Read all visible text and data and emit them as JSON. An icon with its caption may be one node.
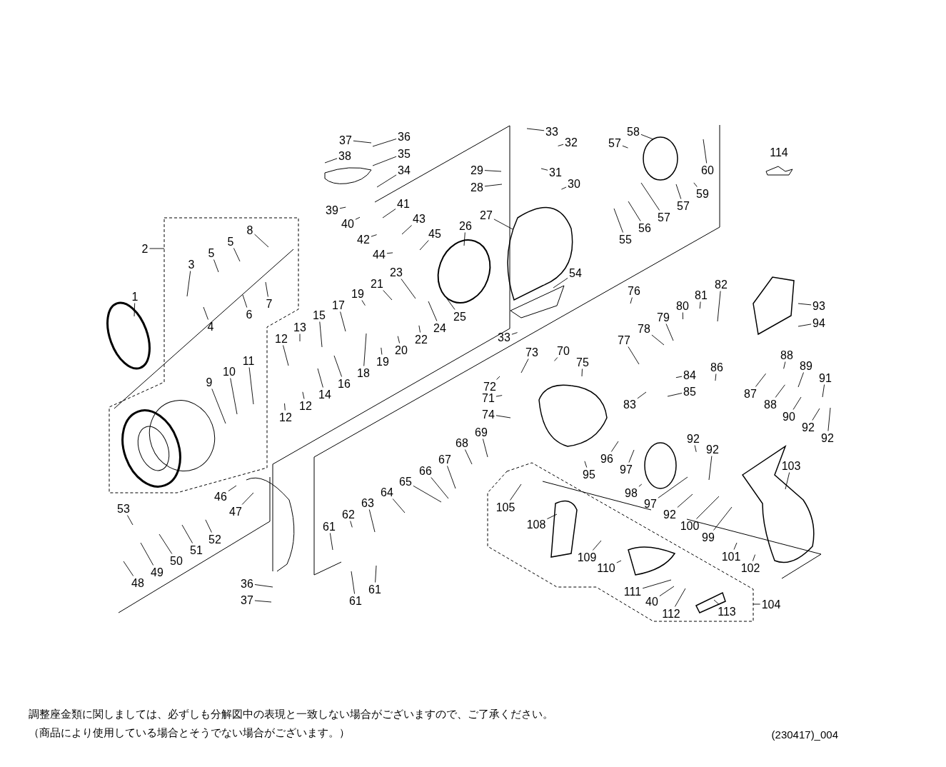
{
  "diagram": {
    "nodes": [
      {
        "text": [],
        "shape": "box"
      },
      {
        "text": [
          "1"
        ]
      },
      {
        "text": [
          "2"
        ]
      },
      {
        "text": [
          "3"
        ],
        "in": 0
      },
      {
        "text": [
          "4"
        ],
        "in": 0
      },
      {
        "text": [
          "5"
        ],
        "in": 0
      },
      {
        "text": [
          "5"
        ],
        "in": 0
      },
      {
        "text": [
          "6"
        ],
        "in": 0
      },
      {
        "text": [
          "7"
        ],
        "in": 0
      },
      {
        "text": [
          "8"
        ],
        "in": 0
      },
      {
        "text": [
          "9"
        ],
        "in": 0
      },
      {
        "text": [
          "10"
        ],
        "in": 0
      },
      {
        "text": [
          "11"
        ],
        "in": 0
      },
      {
        "text": [
          "12"
        ]
      },
      {
        "text": [
          "12"
        ]
      },
      {
        "text": [
          "12"
        ]
      },
      {
        "text": [
          "13"
        ]
      },
      {
        "text": [
          "14"
        ]
      },
      {
        "text": [
          "15"
        ]
      },
      {
        "text": [
          "16"
        ]
      },
      {
        "text": [
          "17"
        ]
      },
      {
        "text": [
          "18"
        ]
      },
      {
        "text": [
          "19"
        ]
      },
      {
        "text": [
          "19"
        ]
      },
      {
        "text": [
          "20"
        ]
      },
      {
        "text": [
          "21"
        ]
      },
      {
        "text": [
          "22"
        ]
      },
      {
        "text": [
          "23"
        ]
      },
      {
        "text": [
          "24"
        ]
      },
      {
        "text": [
          "25"
        ]
      },
      {
        "text": [
          "26"
        ]
      },
      {
        "text": [
          "27"
        ]
      },
      {
        "text": [
          "28"
        ]
      },
      {
        "text": [
          "29"
        ]
      },
      {
        "text": [
          "30"
        ]
      },
      {
        "text": [
          "31"
        ]
      },
      {
        "text": [
          "32"
        ]
      },
      {
        "text": [
          "33"
        ]
      },
      {
        "text": [
          "33"
        ]
      },
      {
        "text": [
          "34"
        ]
      },
      {
        "text": [
          "35"
        ]
      },
      {
        "text": [
          "36"
        ]
      },
      {
        "text": [
          "37"
        ]
      },
      {
        "text": [
          "38"
        ]
      },
      {
        "text": [
          "39"
        ]
      },
      {
        "text": [
          "40"
        ]
      },
      {
        "text": [
          "41"
        ]
      },
      {
        "text": [
          "42"
        ]
      },
      {
        "text": [
          "43"
        ]
      },
      {
        "text": [
          "44"
        ]
      },
      {
        "text": [
          "45"
        ]
      },
      {
        "text": [
          "46"
        ]
      },
      {
        "text": [
          "47"
        ]
      },
      {
        "text": [
          "48"
        ]
      },
      {
        "text": [
          "49"
        ]
      },
      {
        "text": [
          "50"
        ]
      },
      {
        "text": [
          "51"
        ]
      },
      {
        "text": [
          "52"
        ]
      },
      {
        "text": [
          "53"
        ]
      },
      {
        "text": [
          "54"
        ]
      },
      {
        "text": [
          "55"
        ]
      },
      {
        "text": [
          "56"
        ]
      },
      {
        "text": [
          "57"
        ]
      },
      {
        "text": [
          "57"
        ]
      },
      {
        "text": [
          "57"
        ]
      },
      {
        "text": [
          "58"
        ]
      },
      {
        "text": [
          "59"
        ]
      },
      {
        "text": [
          "60"
        ]
      },
      {
        "text": [
          "61"
        ]
      },
      {
        "text": [
          "61"
        ]
      },
      {
        "text": [
          "61"
        ]
      },
      {
        "text": [
          "62"
        ]
      },
      {
        "text": [
          "63"
        ]
      },
      {
        "text": [
          "64"
        ]
      },
      {
        "text": [
          "65"
        ]
      },
      {
        "text": [
          "66"
        ]
      },
      {
        "text": [
          "67"
        ]
      },
      {
        "text": [
          "68"
        ]
      },
      {
        "text": [
          "69"
        ]
      },
      {
        "text": [
          "70"
        ]
      },
      {
        "text": [
          "71"
        ]
      },
      {
        "text": [
          "72"
        ]
      },
      {
        "text": [
          "73"
        ]
      },
      {
        "text": [
          "74"
        ]
      },
      {
        "text": [
          "75"
        ]
      },
      {
        "text": [
          "76"
        ]
      },
      {
        "text": [
          "77"
        ]
      },
      {
        "text": [
          "78"
        ]
      },
      {
        "text": [
          "79"
        ]
      },
      {
        "text": [
          "80"
        ]
      },
      {
        "text": [
          "81"
        ]
      },
      {
        "text": [
          "82"
        ]
      },
      {
        "text": [
          "83"
        ]
      },
      {
        "text": [
          "84"
        ]
      },
      {
        "text": [
          "85"
        ]
      },
      {
        "text": [
          "86"
        ]
      },
      {
        "text": [
          "87"
        ]
      },
      {
        "text": [
          "88"
        ]
      },
      {
        "text": [
          "88"
        ]
      },
      {
        "text": [
          "89"
        ]
      },
      {
        "text": [
          "90"
        ]
      },
      {
        "text": [
          "91"
        ]
      },
      {
        "text": [
          "92"
        ]
      },
      {
        "text": [
          "92"
        ]
      },
      {
        "text": [
          "92"
        ]
      },
      {
        "text": [
          "92"
        ]
      },
      {
        "text": [
          "92"
        ]
      },
      {
        "text": [
          "93"
        ]
      },
      {
        "text": [
          "94"
        ]
      },
      {
        "text": [
          "95"
        ]
      },
      {
        "text": [
          "96"
        ]
      },
      {
        "text": [
          "97"
        ]
      },
      {
        "text": [
          "97"
        ]
      },
      {
        "text": [
          "98"
        ]
      },
      {
        "text": [
          "99"
        ]
      },
      {
        "text": [
          "100"
        ]
      },
      {
        "text": [
          "101"
        ]
      },
      {
        "text": [
          "102"
        ]
      },
      {
        "text": [
          "103"
        ]
      },
      {
        "text": [
          "104"
        ]
      },
      {
        "text": [],
        "shape": "box"
      },
      {
        "text": [
          "105"
        ],
        "in": 120
      },
      {
        "text": [
          "108"
        ],
        "in": 120
      },
      {
        "text": [
          "109"
        ],
        "in": 120
      },
      {
        "text": [
          "110"
        ],
        "in": 120
      },
      {
        "text": [
          "111"
        ],
        "in": 120
      },
      {
        "text": [
          "40"
        ],
        "in": 120
      },
      {
        "text": [
          "112"
        ],
        "in": 120
      },
      {
        "text": [
          "113"
        ],
        "in": 120
      },
      {
        "text": [
          "36"
        ]
      },
      {
        "text": [
          "37"
        ]
      }
    ],
    "edges": [
      {
        "from": 1,
        "to": null,
        "arrow": "none"
      },
      {
        "from": 2,
        "to": 0,
        "arrow": "none"
      },
      {
        "from": 3,
        "to": null,
        "arrow": "none"
      },
      {
        "from": 4,
        "to": null,
        "arrow": "none"
      },
      {
        "from": 5,
        "to": null,
        "arrow": "none"
      },
      {
        "from": 6,
        "to": null,
        "arrow": "none"
      },
      {
        "from": 7,
        "to": null,
        "arrow": "none"
      },
      {
        "from": 8,
        "to": null,
        "arrow": "none"
      },
      {
        "from": 9,
        "to": null,
        "arrow": "none"
      },
      {
        "from": 10,
        "to": null,
        "arrow": "none"
      },
      {
        "from": 11,
        "to": null,
        "arrow": "none"
      },
      {
        "from": 12,
        "to": null,
        "arrow": "none"
      },
      {
        "from": 13,
        "to": null,
        "arrow": "none"
      },
      {
        "from": 14,
        "to": null,
        "arrow": "none"
      },
      {
        "from": 15,
        "to": null,
        "arrow": "none"
      },
      {
        "from": 16,
        "to": null,
        "arrow": "none"
      },
      {
        "from": 17,
        "to": null,
        "arrow": "none"
      },
      {
        "from": 18,
        "to": null,
        "arrow": "none"
      },
      {
        "from": 19,
        "to": null,
        "arrow": "none"
      },
      {
        "from": 20,
        "to": null,
        "arrow": "none"
      },
      {
        "from": 21,
        "to": null,
        "arrow": "none"
      },
      {
        "from": 22,
        "to": null,
        "arrow": "none"
      },
      {
        "from": 23,
        "to": null,
        "arrow": "none"
      },
      {
        "from": 24,
        "to": null,
        "arrow": "none"
      },
      {
        "from": 25,
        "to": null,
        "arrow": "none"
      },
      {
        "from": 26,
        "to": null,
        "arrow": "none"
      },
      {
        "from": 27,
        "to": null,
        "arrow": "none"
      },
      {
        "from": 28,
        "to": null,
        "arrow": "none"
      },
      {
        "from": 29,
        "to": null,
        "arrow": "none"
      },
      {
        "from": 30,
        "to": null,
        "arrow": "none"
      },
      {
        "from": 31,
        "to": null,
        "arrow": "none"
      },
      {
        "from": 32,
        "to": null,
        "arrow": "none"
      },
      {
        "from": 33,
        "to": null,
        "arrow": "none"
      },
      {
        "from": 34,
        "to": null,
        "arrow": "none"
      },
      {
        "from": 35,
        "to": null,
        "arrow": "none"
      },
      {
        "from": 36,
        "to": null,
        "arrow": "none"
      },
      {
        "from": 37,
        "to": null,
        "arrow": "none"
      },
      {
        "from": 38,
        "to": null,
        "arrow": "none"
      },
      {
        "from": 39,
        "to": null,
        "arrow": "none"
      },
      {
        "from": 40,
        "to": null,
        "arrow": "none"
      },
      {
        "from": 41,
        "to": null,
        "arrow": "none"
      },
      {
        "from": 42,
        "to": null,
        "arrow": "none"
      },
      {
        "from": 43,
        "to": null,
        "arrow": "none"
      },
      {
        "from": 44,
        "to": null,
        "arrow": "none"
      },
      {
        "from": 45,
        "to": null,
        "arrow": "none"
      },
      {
        "from": 46,
        "to": null,
        "arrow": "none"
      },
      {
        "from": 47,
        "to": null,
        "arrow": "none"
      },
      {
        "from": 48,
        "to": null,
        "arrow": "none"
      },
      {
        "from": 49,
        "to": null,
        "arrow": "none"
      },
      {
        "from": 50,
        "to": null,
        "arrow": "none"
      },
      {
        "from": 51,
        "to": null,
        "arrow": "none"
      },
      {
        "from": 52,
        "to": null,
        "arrow": "none"
      },
      {
        "from": 53,
        "to": null,
        "arrow": "none"
      },
      {
        "from": 54,
        "to": null,
        "arrow": "none"
      },
      {
        "from": 55,
        "to": null,
        "arrow": "none"
      },
      {
        "from": 56,
        "to": null,
        "arrow": "none"
      },
      {
        "from": 57,
        "to": null,
        "arrow": "none"
      },
      {
        "from": 58,
        "to": null,
        "arrow": "none"
      },
      {
        "from": 59,
        "to": null,
        "arrow": "none"
      },
      {
        "from": 60,
        "to": null,
        "arrow": "none"
      },
      {
        "from": 61,
        "to": null,
        "arrow": "none"
      },
      {
        "from": 62,
        "to": null,
        "arrow": "none"
      },
      {
        "from": 63,
        "to": null,
        "arrow": "none"
      },
      {
        "from": 64,
        "to": null,
        "arrow": "none"
      },
      {
        "from": 65,
        "to": null,
        "arrow": "none"
      },
      {
        "from": 66,
        "to": null,
        "arrow": "none"
      },
      {
        "from": 67,
        "to": null,
        "arrow": "none"
      },
      {
        "from": 68,
        "to": null,
        "arrow": "none"
      },
      {
        "from": 69,
        "to": null,
        "arrow": "none"
      },
      {
        "from": 70,
        "to": null,
        "arrow": "none"
      },
      {
        "from": 71,
        "to": null,
        "arrow": "none"
      },
      {
        "from": 72,
        "to": null,
        "arrow": "none"
      },
      {
        "from": 73,
        "to": null,
        "arrow": "none"
      },
      {
        "from": 74,
        "to": null,
        "arrow": "none"
      },
      {
        "from": 75,
        "to": null,
        "arrow": "none"
      },
      {
        "from": 76,
        "to": null,
        "arrow": "none"
      },
      {
        "from": 77,
        "to": null,
        "arrow": "none"
      },
      {
        "from": 78,
        "to": null,
        "arrow": "none"
      },
      {
        "from": 79,
        "to": null,
        "arrow": "none"
      },
      {
        "from": 80,
        "to": null,
        "arrow": "none"
      },
      {
        "from": 81,
        "to": null,
        "arrow": "none"
      },
      {
        "from": 82,
        "to": null,
        "arrow": "none"
      },
      {
        "from": 83,
        "to": null,
        "arrow": "none"
      },
      {
        "from": 84,
        "to": null,
        "arrow": "none"
      },
      {
        "from": 85,
        "to": null,
        "arrow": "none"
      },
      {
        "from": 86,
        "to": null,
        "arrow": "none"
      },
      {
        "from": 87,
        "to": null,
        "arrow": "none"
      },
      {
        "from": 88,
        "to": null,
        "arrow": "none"
      },
      {
        "from": 89,
        "to": null,
        "arrow": "none"
      },
      {
        "from": 90,
        "to": null,
        "arrow": "none"
      },
      {
        "from": 91,
        "to": null,
        "arrow": "none"
      },
      {
        "from": 92,
        "to": null,
        "arrow": "none"
      },
      {
        "from": 93,
        "to": null,
        "arrow": "none"
      },
      {
        "from": 94,
        "to": null,
        "arrow": "none"
      },
      {
        "from": 95,
        "to": null,
        "arrow": "none"
      },
      {
        "from": 96,
        "to": null,
        "arrow": "none"
      },
      {
        "from": 97,
        "to": null,
        "arrow": "none"
      },
      {
        "from": 98,
        "to": null,
        "arrow": "none"
      },
      {
        "from": 99,
        "to": null,
        "arrow": "none"
      },
      {
        "from": 100,
        "to": null,
        "arrow": "none"
      },
      {
        "from": 101,
        "to": null,
        "arrow": "none"
      },
      {
        "from": 102,
        "to": null,
        "arrow": "none"
      },
      {
        "from": 103,
        "to": null,
        "arrow": "none"
      },
      {
        "from": 104,
        "to": null,
        "arrow": "none"
      },
      {
        "from": 105,
        "to": null,
        "arrow": "none"
      },
      {
        "from": 106,
        "to": null,
        "arrow": "none"
      },
      {
        "from": 107,
        "to": null,
        "arrow": "none"
      },
      {
        "from": 108,
        "to": null,
        "arrow": "none"
      },
      {
        "from": 109,
        "to": null,
        "arrow": "none"
      },
      {
        "from": 110,
        "to": null,
        "arrow": "none"
      },
      {
        "from": 111,
        "to": null,
        "arrow": "none"
      },
      {
        "from": 112,
        "to": null,
        "arrow": "none"
      },
      {
        "from": 113,
        "to": null,
        "arrow": "none"
      },
      {
        "from": 114,
        "to": null,
        "arrow": "none"
      },
      {
        "from": 115,
        "to": null,
        "arrow": "none"
      },
      {
        "from": 116,
        "to": null,
        "arrow": "none"
      },
      {
        "from": 117,
        "to": null,
        "arrow": "none"
      },
      {
        "from": 118,
        "to": null,
        "arrow": "none"
      },
      {
        "from": 119,
        "to": 120,
        "arrow": "none"
      },
      {
        "from": 121,
        "to": null,
        "arrow": "none"
      },
      {
        "from": 122,
        "to": null,
        "arrow": "none"
      },
      {
        "from": 123,
        "to": null,
        "arrow": "none"
      },
      {
        "from": 124,
        "to": null,
        "arrow": "none"
      },
      {
        "from": 125,
        "to": null,
        "arrow": "none"
      },
      {
        "from": 126,
        "to": null,
        "arrow": "none"
      },
      {
        "from": 127,
        "to": null,
        "arrow": "none"
      },
      {
        "from": 128,
        "to": null,
        "arrow": "none"
      },
      {
        "from": 129,
        "to": null,
        "arrow": "none"
      },
      {
        "from": 130,
        "to": null,
        "arrow": "none"
      }
    ],
    "labels": [
      "114",
      "調整座金類に関しましては、必ずしも分解図中の表現と一致しない場合がございますので、ご了承ください。",
      "（商品により使用している場合とそうでない場合がございます。）",
      "(230417)_004"
    ]
  }
}
